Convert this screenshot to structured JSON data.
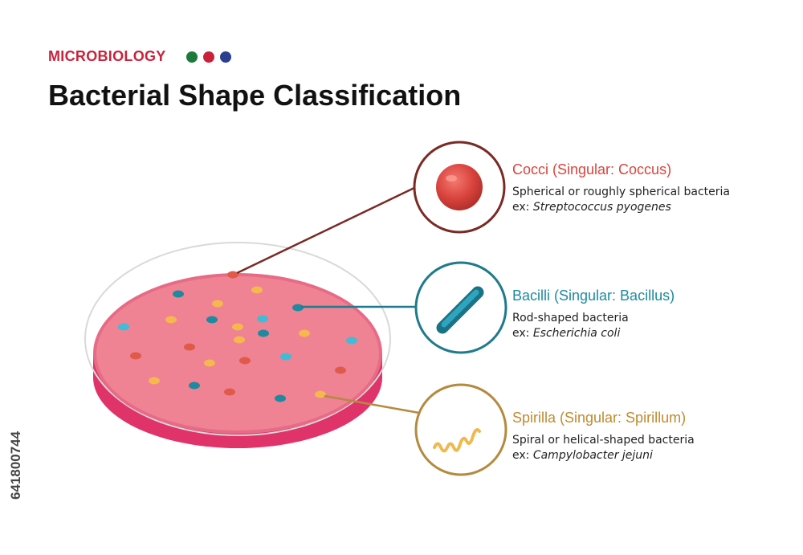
{
  "header": {
    "kicker": "MICROBIOLOGY",
    "title": "Bacterial Shape Classification"
  },
  "side_id": "641800744",
  "colors": {
    "kicker": "#c8233a",
    "dot_green": "#1e7a3a",
    "dot_red": "#c8233a",
    "dot_blue": "#2a3f8f",
    "cocci": "#d9443e",
    "cocci_ring": "#7a2a25",
    "bacilli": "#1e8aa0",
    "bacilli_ring": "#1f7a8c",
    "spirilla": "#c08a2e",
    "spirilla_ring": "#b58a3e",
    "dish_top": "#ee7e8e",
    "dish_side": "#e0336a"
  },
  "icons": {
    "cocci": "sphere-icon",
    "bacilli": "rod-icon",
    "spirilla": "spiral-icon"
  },
  "types": [
    {
      "name": "Cocci (Singular: Coccus)",
      "description": "Spherical or roughly spherical bacteria",
      "example_prefix": "ex: ",
      "example": "Streptococcus pyogenes"
    },
    {
      "name": "Bacilli (Singular: Bacillus)",
      "description": "Rod-shaped bacteria",
      "example_prefix": "ex: ",
      "example": "Escherichia coli"
    },
    {
      "name": "Spirilla (Singular: Spirillum)",
      "description": "Spiral or helical-shaped bacteria",
      "example_prefix": "ex: ",
      "example": "Campylobacter jejuni"
    }
  ]
}
